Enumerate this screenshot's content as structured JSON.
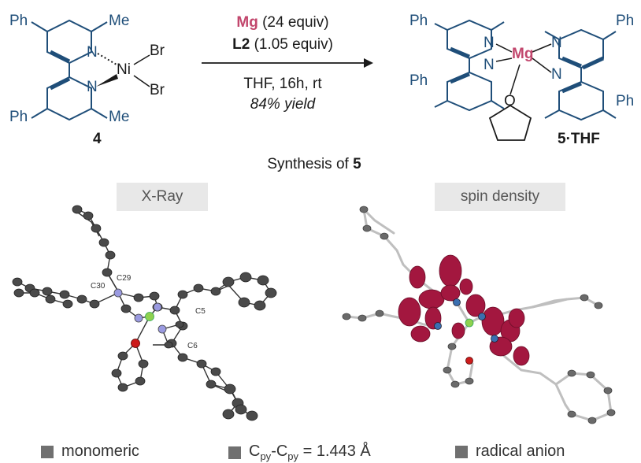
{
  "scheme": {
    "reactant_label": "4",
    "product_label": "5·THF",
    "conditions": {
      "reagent1_metal": "Mg",
      "reagent1_amount": "(24 equiv)",
      "reagent2_ligand": "L2",
      "reagent2_amount": "(1.05 equiv)",
      "solvent_time_temp": "THF, 16h, rt",
      "yield": "84% yield"
    },
    "atoms": {
      "ph": "Ph",
      "me": "Me",
      "n": "N",
      "ni": "Ni",
      "br": "Br",
      "mg": "Mg",
      "o": "O"
    }
  },
  "section": {
    "title_prefix": "Synthesis of ",
    "title_bold": "5"
  },
  "panels": {
    "xray_label": "X-Ray",
    "spin_label": "spin density",
    "atom_labels": [
      "C29",
      "C30",
      "C5",
      "C6"
    ]
  },
  "legend": {
    "item1": "monomeric",
    "item2_prefix": "C",
    "item2_sub1": "py",
    "item2_mid": "-C",
    "item2_sub2": "py",
    "item2_value": " = 1.443 Å",
    "item3": "radical anion"
  },
  "colors": {
    "blue": "#1f4e79",
    "magenta": "#c2476d",
    "lobe": "#a3173f",
    "ellipsoid": "#555555"
  }
}
